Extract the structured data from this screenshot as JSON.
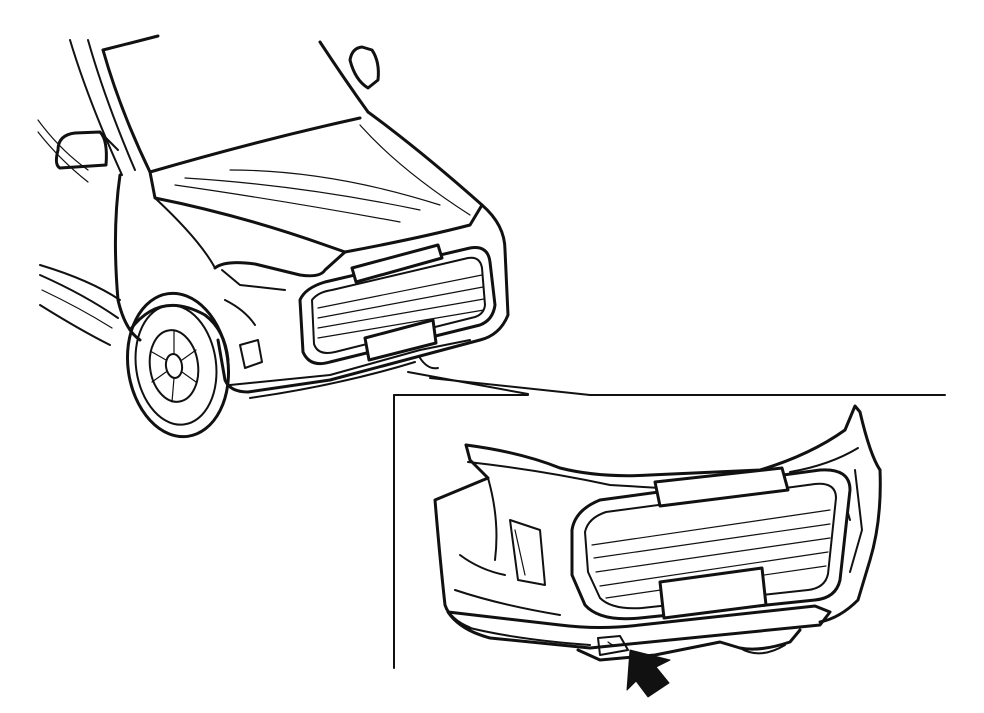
{
  "illustration": {
    "overview": "vehicle-front-overview",
    "detail": "front-bumper-detail",
    "pointer": "arrow-indicator"
  },
  "colors": {
    "background": "#ffffff",
    "line": "#111111"
  }
}
